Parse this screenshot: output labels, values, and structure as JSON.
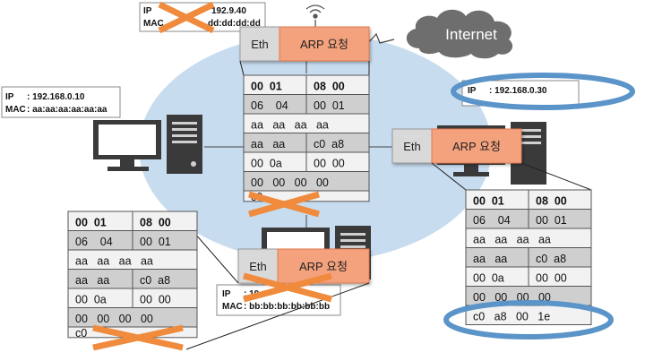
{
  "colors": {
    "network_ellipse": "#c7dcef",
    "eth_box": "#d9d9d9",
    "arp_box": "#f4a27e",
    "cloud": "#6e6e6e",
    "cross": "#f08a3c",
    "highlight_ring": "#5b94c9",
    "row_dark": "#cfcfcf",
    "row_light": "#f2f2f2"
  },
  "internet": {
    "label": "Internet",
    "icon": "cloud-icon"
  },
  "packet_labels": {
    "eth": "Eth",
    "arp": "ARP 요청"
  },
  "hosts": {
    "left": {
      "ip_label": "IP",
      "ip_value": ": 192.168.0.10",
      "mac_label": "MAC",
      "mac_value": ": aa:aa:aa:aa:aa:aa"
    },
    "top": {
      "ip_label": "IP",
      "ip_value": "192.9.40",
      "mac_label": "MAC",
      "mac_value": "dd:dd:dd:dd"
    },
    "right": {
      "ip_label": "IP",
      "ip_value": ": 192.168.0.30"
    },
    "bottom": {
      "ip_label": "IP",
      "ip_value": ": 19",
      "mac_label": "MAC",
      "mac_value": ": bb:bb:bb:bb:bb:bb"
    }
  },
  "arp_table": {
    "rows": [
      [
        "00  01",
        "08  00"
      ],
      [
        "06    04",
        "00  01"
      ],
      [
        "aa   aa   aa   aa"
      ],
      [
        "aa   aa",
        "c0  a8"
      ],
      [
        "00  0a",
        "00  00"
      ],
      [
        "00   00   00   00"
      ],
      [
        "c0   a8   00   1e"
      ]
    ],
    "last_row_partial": "c0"
  }
}
